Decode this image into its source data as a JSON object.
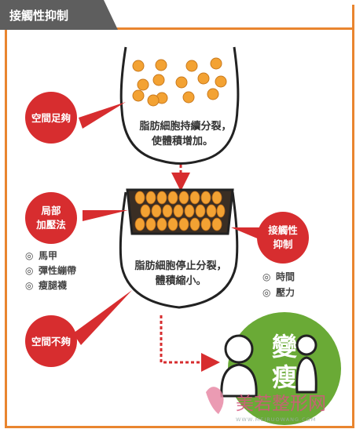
{
  "header": {
    "title": "接觸性抑制"
  },
  "top_bowl": {
    "line1": "脂肪細胞持續分裂，",
    "line2": "使體積增加。"
  },
  "mid_bowl": {
    "line1": "脂肪細胞停止分裂，",
    "line2": "體積縮小。"
  },
  "badges": {
    "enough_space": "空間足夠",
    "local_pressure_line1": "局部",
    "local_pressure_line2": "加壓法",
    "not_enough_space": "空間不夠",
    "contact_inhibition_line1": "接觸性",
    "contact_inhibition_line2": "抑制"
  },
  "methods": [
    "馬甲",
    "彈性繃帶",
    "瘦腿襪"
  ],
  "factors": [
    "時間",
    "壓力"
  ],
  "result": {
    "line1": "變",
    "line2": "瘦"
  },
  "watermark": {
    "brand": "美若整形网",
    "url": "WWW.MEIRUOWANG.COM"
  },
  "colors": {
    "accent": "#e9852f",
    "badge": "#d72d2f",
    "cell": "#f3a233",
    "green": "#6aaa36"
  }
}
